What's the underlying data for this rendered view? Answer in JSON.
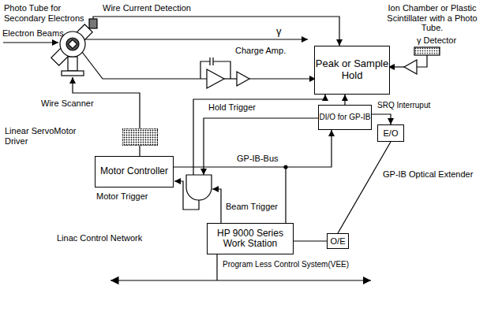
{
  "diagram": {
    "nodes": [
      {
        "text": [
          "Peak or Sample Hold"
        ]
      },
      {
        "text": [
          "DI/O for GP-IB"
        ]
      },
      {
        "text": [
          "E/O"
        ]
      },
      {
        "text": [
          "Motor Controller"
        ]
      },
      {
        "text": [
          "HP 9000 Series Work Station"
        ]
      },
      {
        "text": [
          "O/E"
        ]
      },
      {
        "text": [
          "Linear ServoMotor Driver"
        ]
      }
    ],
    "edges": [
      {
        "from": 1,
        "to": 0,
        "arrow": "to"
      },
      {
        "from": 1,
        "to": 2,
        "label": "SRQ Interruput",
        "arrow": "to"
      },
      {
        "from": 2,
        "to": 5,
        "arrow": "none"
      },
      {
        "from": 5,
        "to": 4,
        "arrow": "none"
      },
      {
        "from": 3,
        "to": 1,
        "arrow": "to"
      },
      {
        "from": 3,
        "to": 6,
        "arrow": "none"
      }
    ],
    "labels": [
      "Photo Tube for Secondary Electrons",
      "Wire Current Detection",
      "Ion Chamber or Plastic Scintillater with a Photo Tube.",
      "Electron Beams",
      "γ",
      "γ Detector",
      "Charge Amp.",
      "Wire Scanner",
      "Hold Trigger",
      "GP-IB-Bus",
      "GP-IB Optical Extender",
      "Motor Trigger",
      "Beam Trigger",
      "Linac Control Network",
      "Program Less Control System(VEE)"
    ]
  }
}
